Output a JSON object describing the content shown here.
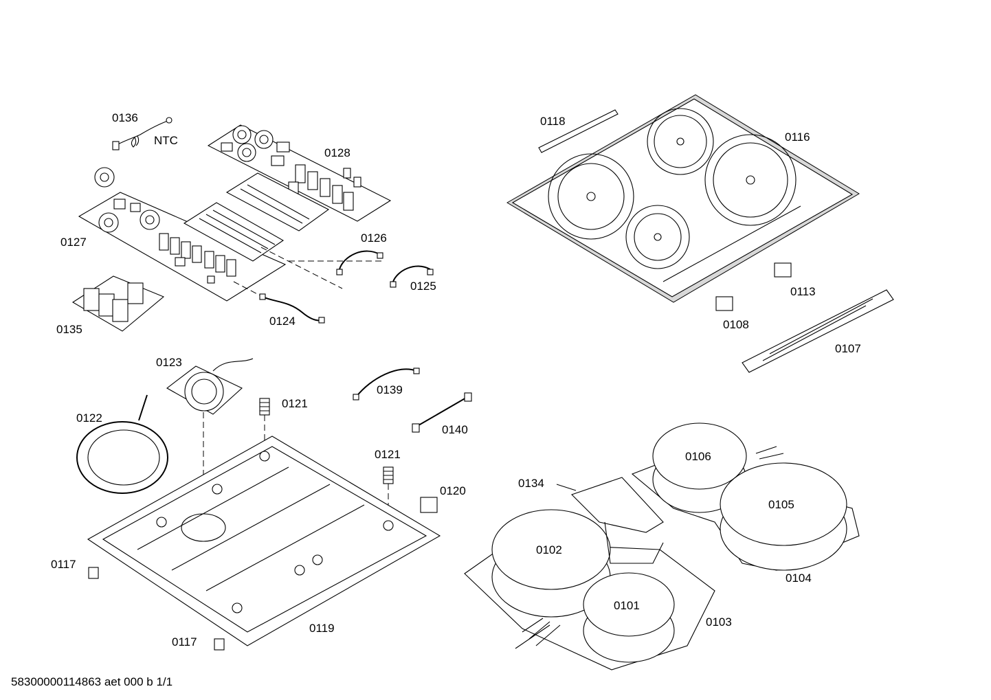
{
  "labels": {
    "p0136": "0136",
    "ntc": "NTC",
    "p0128": "0128",
    "p0127": "0127",
    "p0126": "0126",
    "p0125": "0125",
    "p0124": "0124",
    "p0135": "0135",
    "p0118": "0118",
    "p0116": "0116",
    "p0113": "0113",
    "p0108": "0108",
    "p0107": "0107",
    "p0123": "0123",
    "p0121a": "0121",
    "p0121b": "0121",
    "p0122": "0122",
    "p0139": "0139",
    "p0140": "0140",
    "p0120": "0120",
    "p0117a": "0117",
    "p0117b": "0117",
    "p0119": "0119",
    "p0134": "0134",
    "p0106": "0106",
    "p0105": "0105",
    "p0102": "0102",
    "p0101": "0101",
    "p0104": "0104",
    "p0103": "0103"
  },
  "footer": "58300000114863 aet 000 b 1/1"
}
